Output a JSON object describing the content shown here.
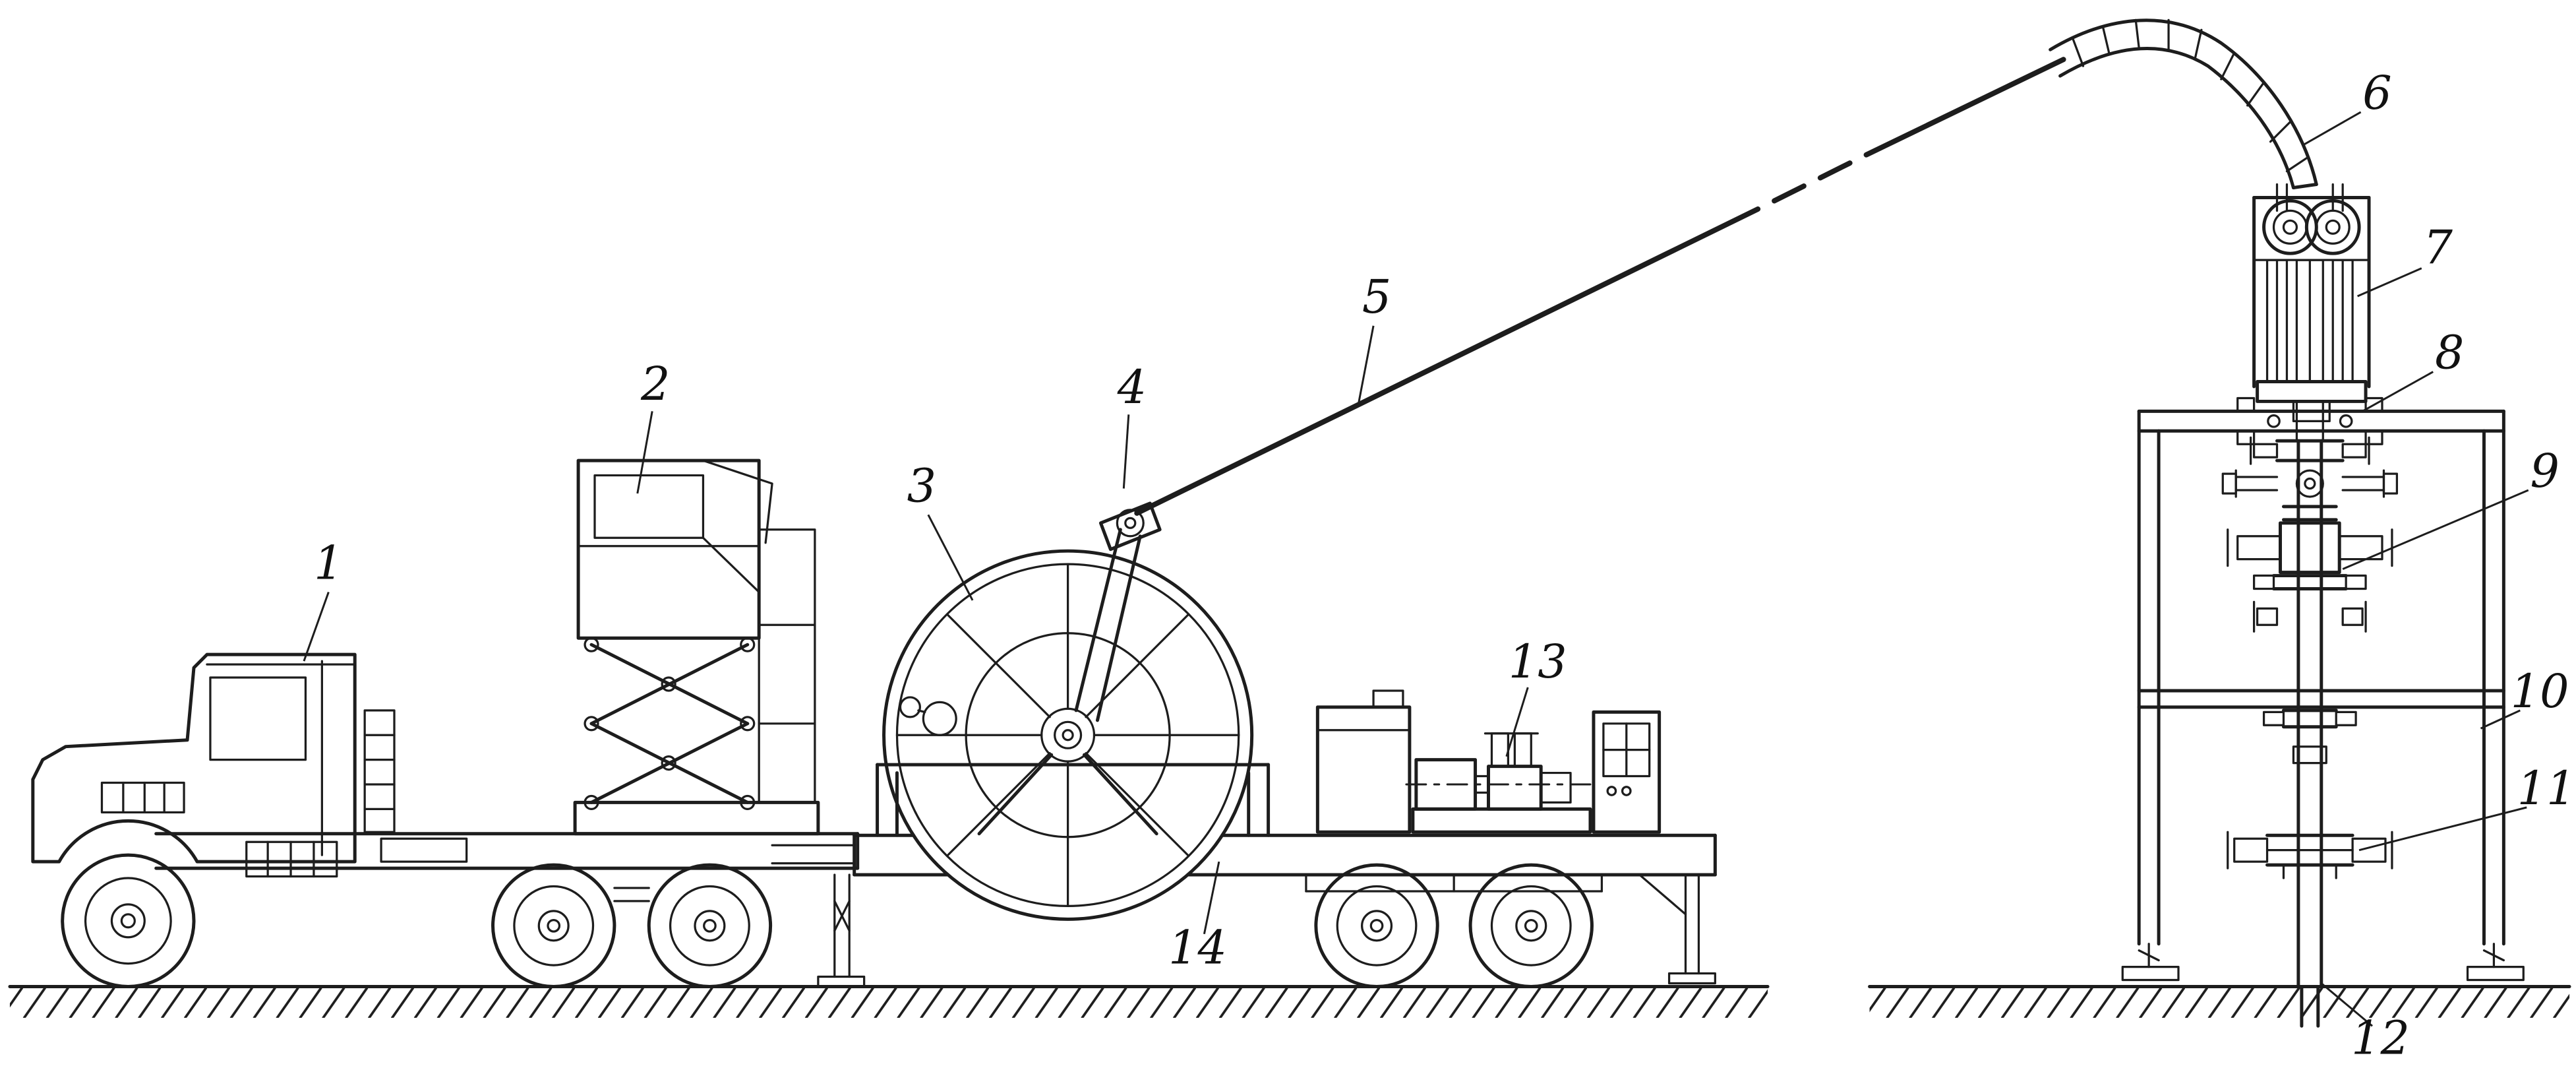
{
  "figure": {
    "background_color": "#ffffff",
    "line_color": "#1d1d1d",
    "label_color": "#111111"
  },
  "callouts": [
    {
      "number": "1",
      "component": "truck"
    },
    {
      "number": "2",
      "component": "operator-cabin-on-scissor-lift"
    },
    {
      "number": "3",
      "component": "tubing-reel"
    },
    {
      "number": "4",
      "component": "reel-guide-arm"
    },
    {
      "number": "5",
      "component": "coiled-tubing-string"
    },
    {
      "number": "6",
      "component": "gooseneck-guide"
    },
    {
      "number": "7",
      "component": "injector-head"
    },
    {
      "number": "8",
      "component": "injector-connector"
    },
    {
      "number": "9",
      "component": "bop-stack"
    },
    {
      "number": "10",
      "component": "support-frame"
    },
    {
      "number": "11",
      "component": "wellhead-flange"
    },
    {
      "number": "12",
      "component": "well"
    },
    {
      "number": "13",
      "component": "pump-unit"
    },
    {
      "number": "14",
      "component": "trailer"
    }
  ]
}
